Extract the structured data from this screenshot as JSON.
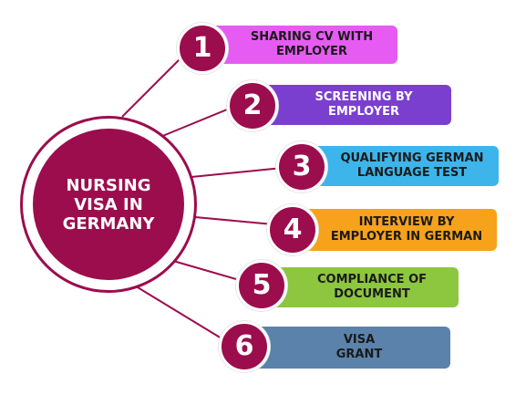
{
  "hub": {
    "title": "NURSING\nVISA IN\nGERMANY",
    "color": "#9c0d4d"
  },
  "steps": [
    {
      "number": "1",
      "label": "SHARING CV WITH\nEMPLOYER",
      "color": "#e65cf2",
      "text_color": "#1a1a1a"
    },
    {
      "number": "2",
      "label": "SCREENING BY\nEMPLOYER",
      "color": "#7b3fcf",
      "text_color": "#ffffff"
    },
    {
      "number": "3",
      "label": "QUALIFYING GERMAN\nLANGUAGE TEST",
      "color": "#3db5ea",
      "text_color": "#1a1a1a"
    },
    {
      "number": "4",
      "label": "INTERVIEW BY\nEMPLOYER IN GERMAN",
      "color": "#f7a21b",
      "text_color": "#1a1a1a"
    },
    {
      "number": "5",
      "label": "COMPLIANCE OF\nDOCUMENT",
      "color": "#8dc63f",
      "text_color": "#1a1a1a"
    },
    {
      "number": "6",
      "label": "VISA\nGRANT",
      "color": "#5b82aa",
      "text_color": "#1a1a1a"
    }
  ]
}
